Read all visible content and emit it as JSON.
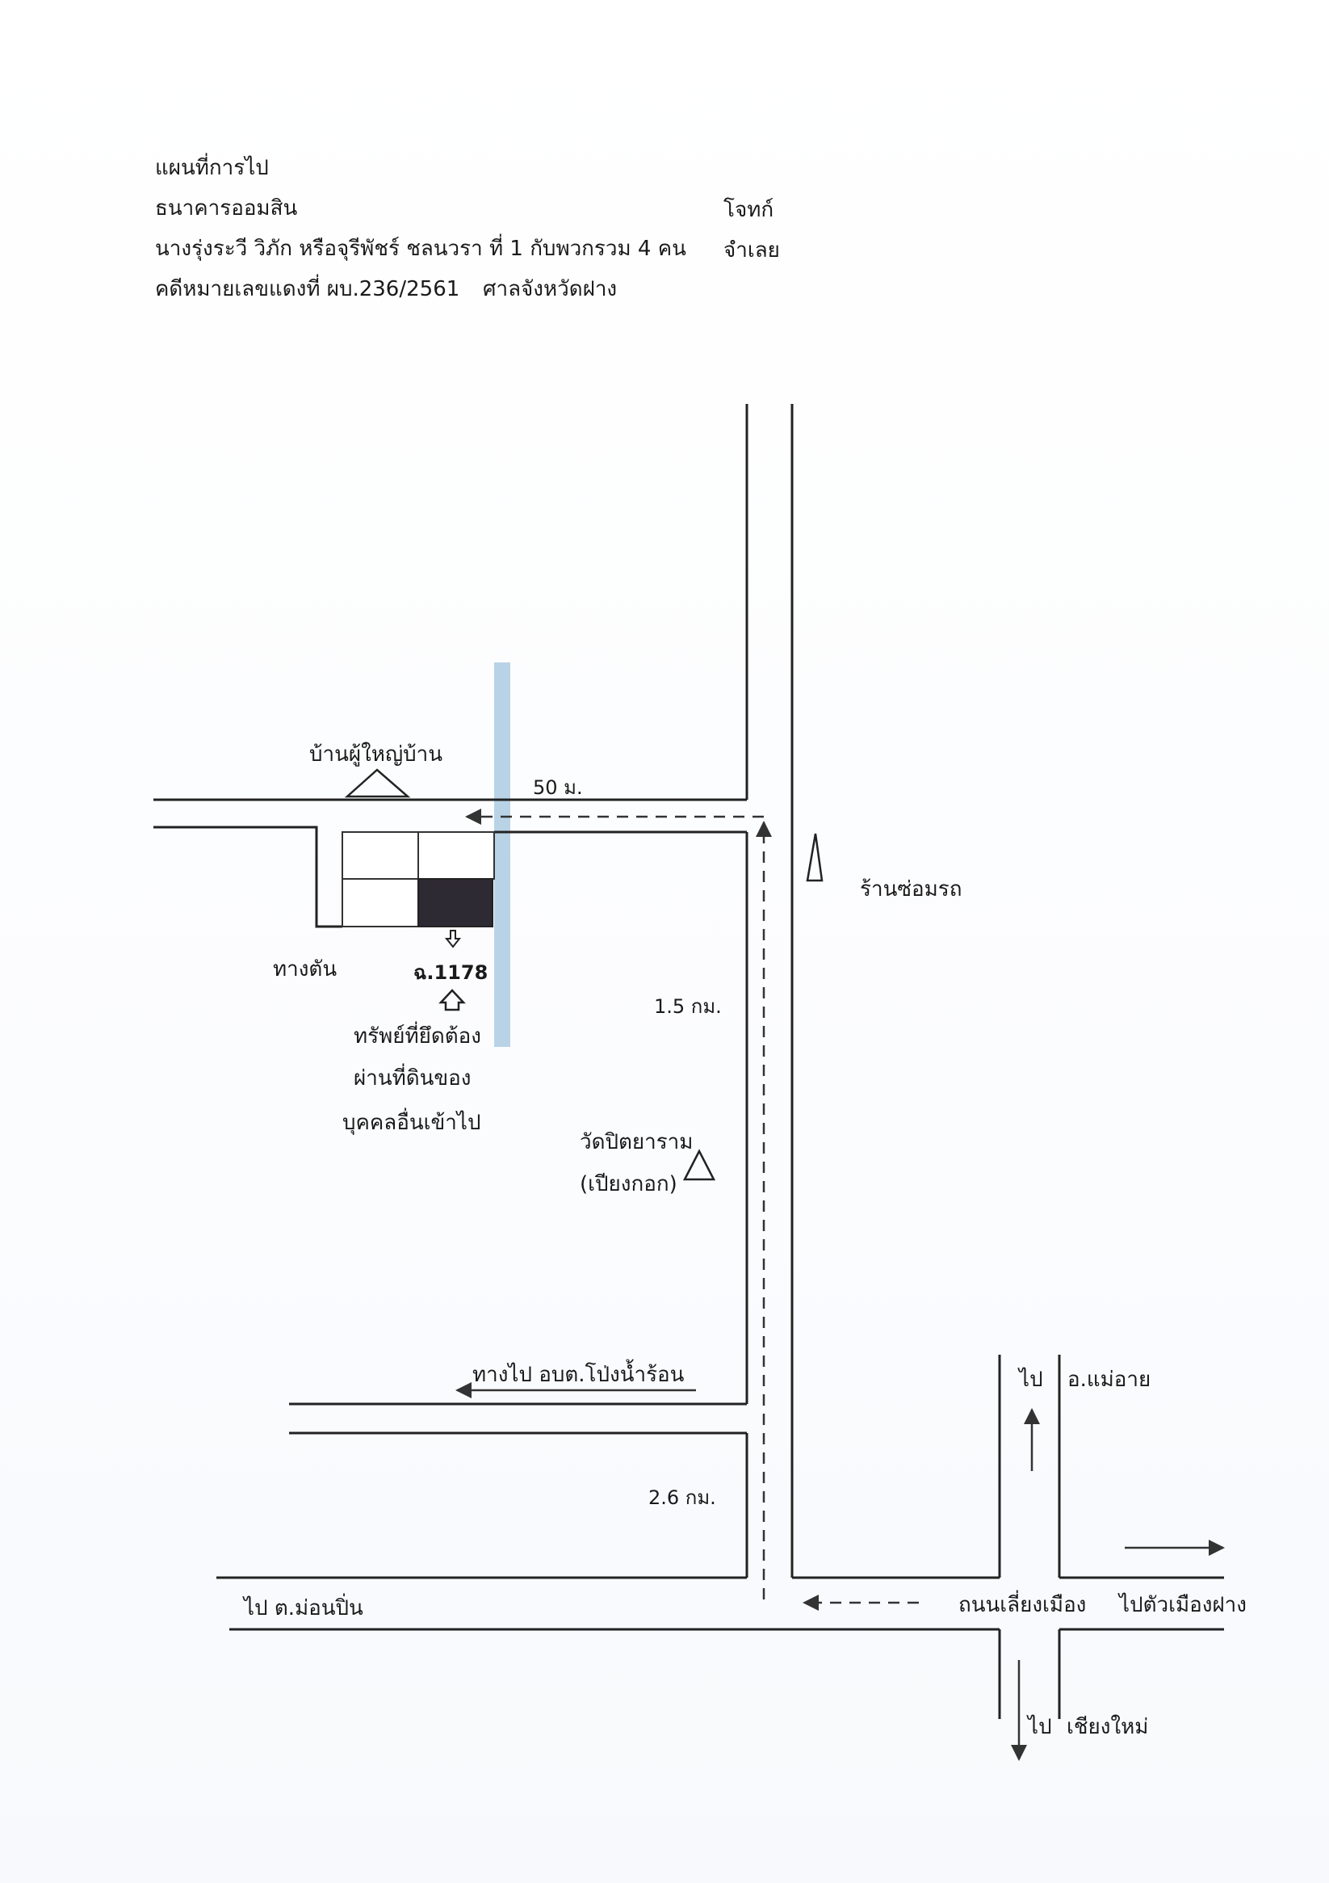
{
  "header": {
    "title": "แผนที่การไป",
    "plaintiff_name": "ธนาคารออมสิน",
    "plaintiff_role": "โจทก์",
    "defendant_name": "นางรุ่งระวี  วิภัก หรือจุรีพัชร์  ชลนวรา  ที่ 1 กับพวกรวม 4 คน",
    "defendant_role": "จำเลย",
    "case_number": "คดีหมายเลขแดงที่ ผบ.236/2561",
    "court": "ศาลจังหวัดฝาง"
  },
  "map": {
    "village_head_house": "บ้านผู้ใหญ่บ้าน",
    "distance_50m": "50 ม.",
    "repair_shop": "ร้านซ่อมรถ",
    "dead_end": "ทางตัน",
    "parcel_id": "ฉ.1178",
    "seized_property_line1": "ทรัพย์ที่ยึดต้อง",
    "seized_property_line2": "ผ่านที่ดินของ",
    "seized_property_line3": "บุคคลอื่นเข้าไป",
    "distance_1_5km": "1.5 กม.",
    "temple_line1": "วัดปิตยาราม",
    "temple_line2": "(เปียงกอก)",
    "to_sao_pong_nam_ron": "ทางไป อบต.โป่งน้ำร้อน",
    "distance_2_6km": "2.6 กม.",
    "to_label_mae_ai": "ไป",
    "mae_ai": "อ.แม่อาย",
    "to_mon_pin": "ไป ต.ม่อนปิ่น",
    "bypass_road": "ถนนเลี่ยงเมือง",
    "to_fang_town": "ไปตัวเมืองฝาง",
    "to_label_chiang_mai": "ไป",
    "chiang_mai": "เชียงใหม่"
  },
  "colors": {
    "blue_strip": "#b9d3e6",
    "parcel_fill": "#2e2a33",
    "ink": "#222222"
  }
}
